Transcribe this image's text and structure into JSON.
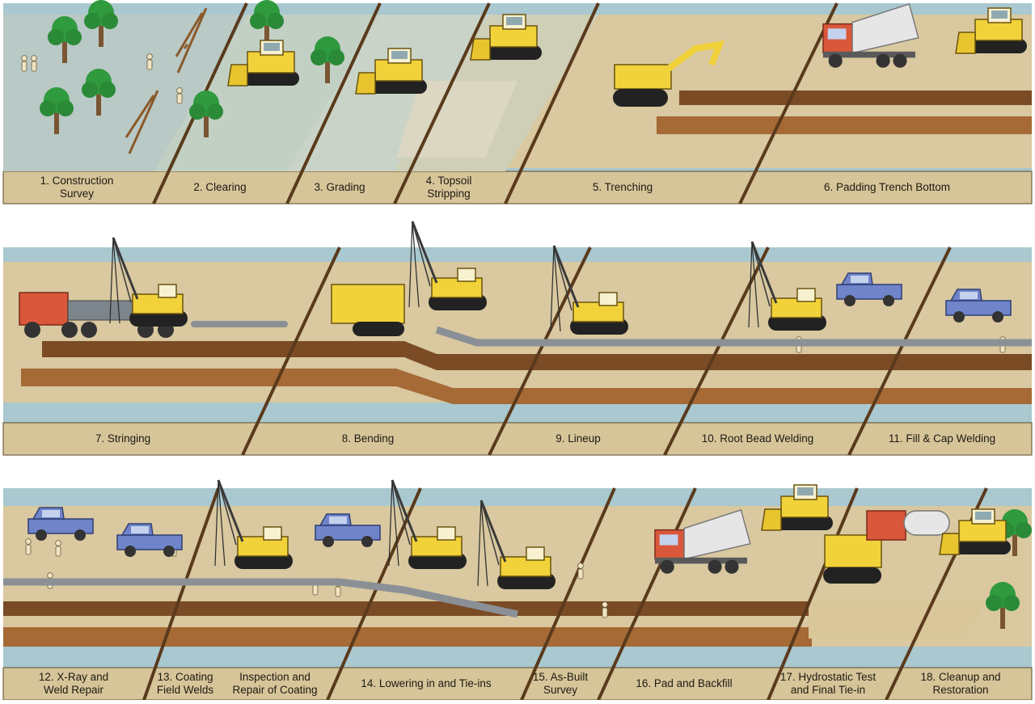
{
  "rows": [
    {
      "stages": [
        {
          "label": "1. Construction\nSurvey"
        },
        {
          "label": "2. Clearing"
        },
        {
          "label": "3. Grading"
        },
        {
          "label": "4. Topsoil\nStripping"
        },
        {
          "label": "5. Trenching"
        },
        {
          "label": "6. Padding Trench Bottom"
        }
      ]
    },
    {
      "stages": [
        {
          "label": "7. Stringing"
        },
        {
          "label": "8. Bending"
        },
        {
          "label": "9. Lineup"
        },
        {
          "label": "10. Root Bead Welding"
        },
        {
          "label": "11. Fill & Cap Welding"
        }
      ]
    },
    {
      "stages": [
        {
          "label": "12. X-Ray and\nWeld Repair"
        },
        {
          "label": "13. Coating\nField Welds"
        },
        {
          "label": "Inspection and\nRepair of Coating"
        },
        {
          "label": "14. Lowering in and Tie-ins"
        },
        {
          "label": "15. As-Built\nSurvey"
        },
        {
          "label": "16. Pad and Backfill"
        },
        {
          "label": "17. Hydrostatic Test\nand Final Tie-in"
        },
        {
          "label": "18. Cleanup and\nRestoration"
        }
      ]
    }
  ],
  "colors": {
    "soil": "#d9c8a0",
    "trench": "#7a4b24",
    "spoil": "#a56a35",
    "sky": "#a9c8cf",
    "divider": "#5a3a1c",
    "machine": "#f2d23a",
    "truck_red": "#d9573a",
    "truck_blue": "#6f84c9",
    "tree": "#2f9a3e",
    "pipe": "#8a9096"
  }
}
